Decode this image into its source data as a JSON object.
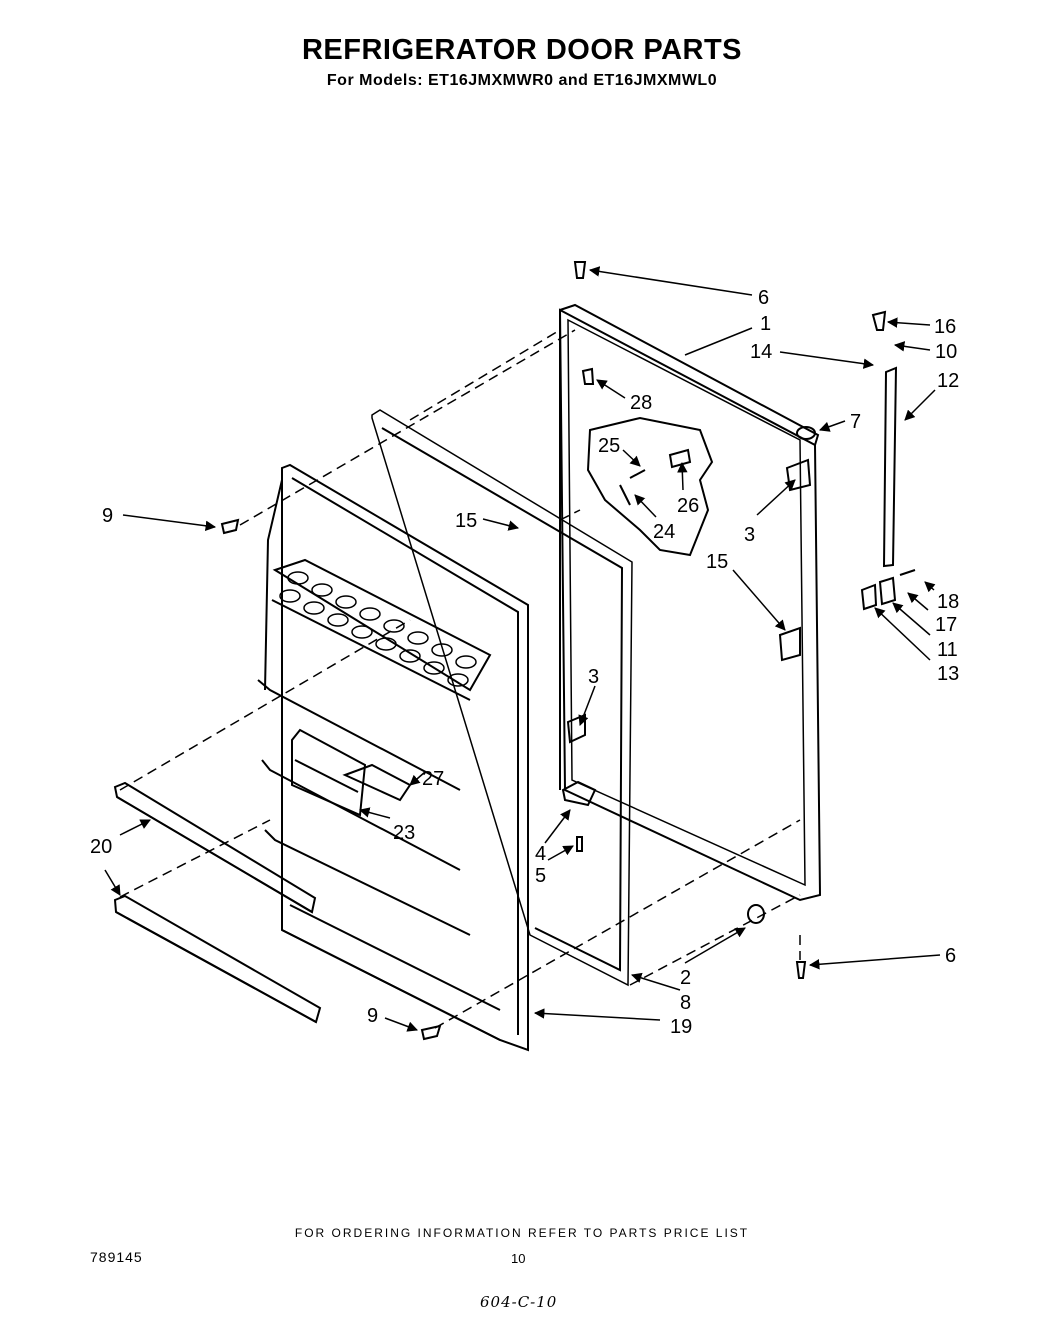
{
  "header": {
    "title": "REFRIGERATOR DOOR PARTS",
    "subtitle": "For Models: ET16JMXMWR0 and ET16JMXMWL0"
  },
  "callouts": [
    {
      "id": "c6a",
      "text": "6"
    },
    {
      "id": "c1",
      "text": "1"
    },
    {
      "id": "c16",
      "text": "16"
    },
    {
      "id": "c14",
      "text": "14"
    },
    {
      "id": "c10",
      "text": "10"
    },
    {
      "id": "c12",
      "text": "12"
    },
    {
      "id": "c28",
      "text": "28"
    },
    {
      "id": "c7",
      "text": "7"
    },
    {
      "id": "c25",
      "text": "25"
    },
    {
      "id": "c26",
      "text": "26"
    },
    {
      "id": "c9a",
      "text": "9"
    },
    {
      "id": "c15a",
      "text": "15"
    },
    {
      "id": "c24",
      "text": "24"
    },
    {
      "id": "c3a",
      "text": "3"
    },
    {
      "id": "c15b",
      "text": "15"
    },
    {
      "id": "c18",
      "text": "18"
    },
    {
      "id": "c17",
      "text": "17"
    },
    {
      "id": "c11",
      "text": "11"
    },
    {
      "id": "c13",
      "text": "13"
    },
    {
      "id": "c3b",
      "text": "3"
    },
    {
      "id": "c27",
      "text": "27"
    },
    {
      "id": "c23",
      "text": "23"
    },
    {
      "id": "c20",
      "text": "20"
    },
    {
      "id": "c4",
      "text": "4"
    },
    {
      "id": "c5",
      "text": "5"
    },
    {
      "id": "c6b",
      "text": "6"
    },
    {
      "id": "c2",
      "text": "2"
    },
    {
      "id": "c8",
      "text": "8"
    },
    {
      "id": "c9b",
      "text": "9"
    },
    {
      "id": "c19",
      "text": "19"
    }
  ],
  "footer": {
    "note": "FOR ORDERING INFORMATION REFER TO PARTS PRICE LIST",
    "code": "789145",
    "page": "10",
    "handwritten": "604-C-10"
  }
}
